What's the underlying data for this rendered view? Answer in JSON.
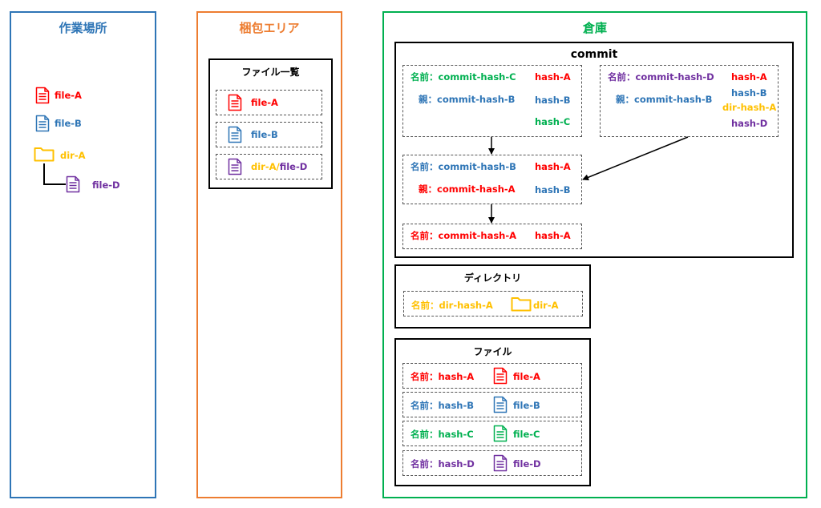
{
  "colors": {
    "workspace": "#2E75B6",
    "staging": "#ED7D31",
    "repository": "#00B050",
    "red": "#FF0000",
    "blue": "#2E75B6",
    "green": "#00B050",
    "yellow": "#FFC000",
    "purple": "#7030A0"
  },
  "workspace": {
    "title": "作業場所",
    "file_a": "file-A",
    "file_b": "file-B",
    "dir_a": "dir-A",
    "file_d": "file-D"
  },
  "staging": {
    "title": "梱包エリア",
    "list_title": "ファイル一覧",
    "entry_a": "file-A",
    "entry_b": "file-B",
    "entry_d_dir": "dir-A/",
    "entry_d_file": "file-D"
  },
  "repository": {
    "title": "倉庫",
    "commit": {
      "title": "commit",
      "c": {
        "name": "名前：commit-hash-C",
        "parent": "親：commit-hash-B",
        "hashes": [
          "hash-A",
          "hash-B",
          "hash-C"
        ]
      },
      "d": {
        "name": "名前：commit-hash-D",
        "parent": "親：commit-hash-B",
        "hashes": [
          "hash-A",
          "hash-B",
          "dir-hash-A",
          "hash-D"
        ]
      },
      "b": {
        "name": "名前：commit-hash-B",
        "parent": "親：commit-hash-A",
        "hashes": [
          "hash-A",
          "hash-B"
        ]
      },
      "a": {
        "name": "名前：commit-hash-A",
        "hashes": [
          "hash-A"
        ]
      }
    },
    "directory": {
      "title": "ディレクトリ",
      "name": "名前：dir-hash-A",
      "label": "dir-A"
    },
    "files": {
      "title": "ファイル",
      "rows": [
        {
          "name": "名前：hash-A",
          "file": "file-A"
        },
        {
          "name": "名前：hash-B",
          "file": "file-B"
        },
        {
          "name": "名前：hash-C",
          "file": "file-C"
        },
        {
          "name": "名前：hash-D",
          "file": "file-D"
        }
      ]
    }
  }
}
